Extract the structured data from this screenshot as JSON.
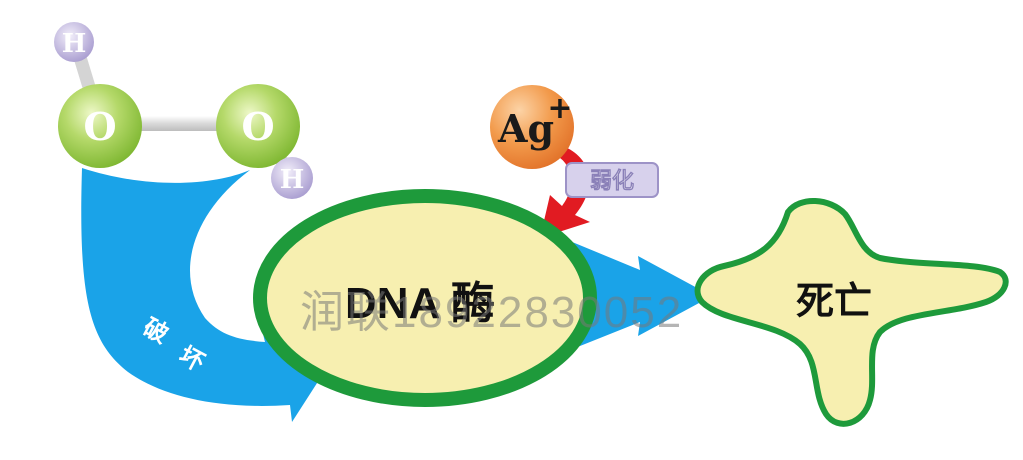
{
  "atoms": {
    "h_top": "H",
    "o_left": "O",
    "o_right": "O",
    "h_right": "H",
    "silver_ion": "Ag",
    "silver_charge": "+"
  },
  "labels": {
    "weaken": "弱化",
    "enzyme": "DNA 酶",
    "death": "死亡",
    "destroy": "破坏"
  },
  "watermark": "润联18922830052",
  "colors": {
    "blue_arrow": "#1aa3e8",
    "green_ring": "#1e9a3b",
    "enzyme_fill": "#f7efb0",
    "silver_ion": "#f08a3a",
    "red_arrow": "#e11b22",
    "oxygen": "#8dc63f",
    "hydrogen": "#b3a6d6"
  }
}
